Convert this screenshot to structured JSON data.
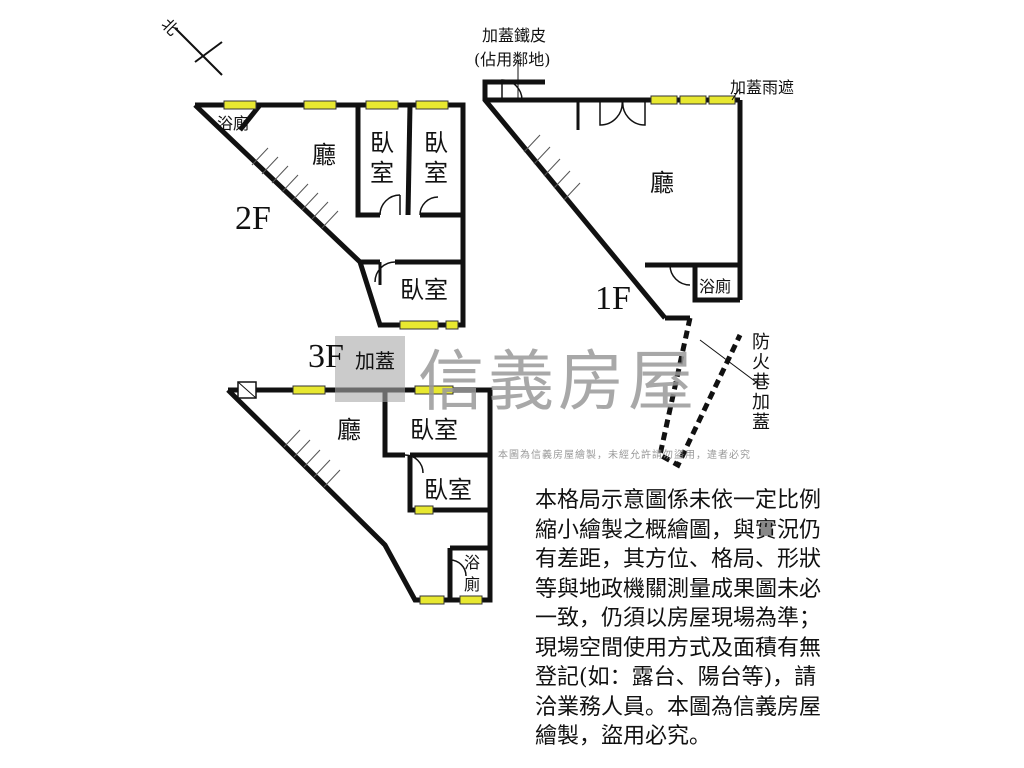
{
  "north_label": "北",
  "floors": {
    "f2": {
      "label": "2F",
      "rooms": [
        "浴廁",
        "廳",
        "臥室",
        "臥室",
        "臥室"
      ]
    },
    "f1": {
      "label": "1F",
      "rooms": [
        "廳",
        "浴廁"
      ],
      "annotations": [
        "加蓋鐵皮",
        "(佔用鄰地)",
        "加蓋雨遮",
        "防火巷加蓋"
      ]
    },
    "f3": {
      "label": "3F",
      "addon": "加蓋",
      "rooms": [
        "廳",
        "臥室",
        "臥室",
        "浴廁"
      ]
    }
  },
  "watermark": {
    "brand": "信義房屋",
    "notice": "本圖為信義房屋繪製，未經允許請勿盜用，違者必究"
  },
  "disclaimer": [
    "本格局示意圖係未依一定比例",
    "縮小繪製之概繪圖，與實況仍",
    "有差距，其方位、格局、形狀",
    "等與地政機關測量成果圖未必",
    "一致，仍須以房屋現場為準；",
    "現場空間使用方式及面積有無",
    "登記(如：露台、陽台等)，請",
    "洽業務人員。本圖為信義房屋",
    "繪製，盜用必究。"
  ],
  "colors": {
    "wall": "#111111",
    "window": "#e8e830"
  }
}
